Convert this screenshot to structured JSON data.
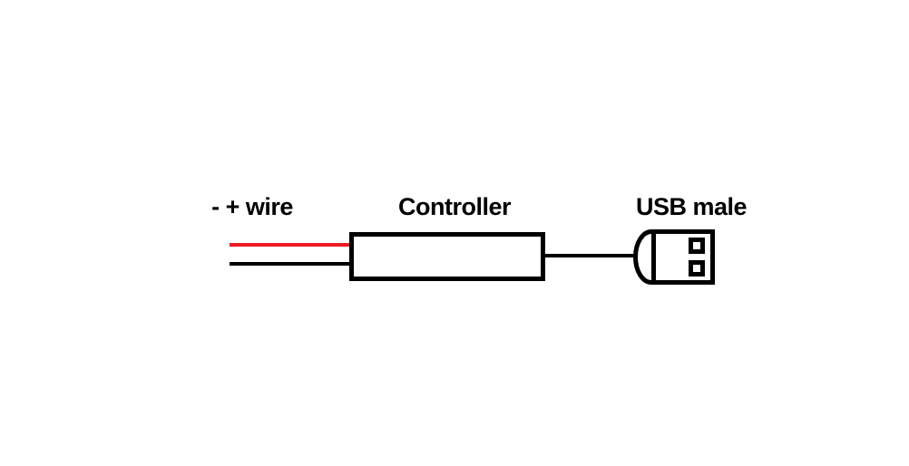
{
  "page": {
    "background": "#ffffff"
  },
  "diagram": {
    "labels": {
      "wire": "- + wire",
      "controller": "Controller",
      "usb_male": "USB male"
    },
    "colors": {
      "positive_wire": "#ed1c24",
      "negative_wire": "#000000",
      "cable": "#000000",
      "outline": "#000000",
      "component_fill": "#ffffff",
      "contact_outline": "#000000",
      "contact_fill": "#ffffff",
      "label_text": "#000000"
    }
  }
}
